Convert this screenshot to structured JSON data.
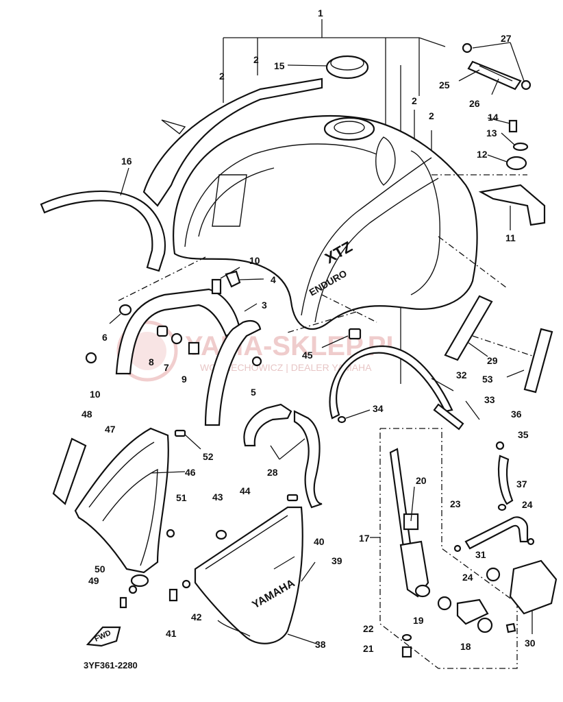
{
  "diagram": {
    "code": "3YF361-2280",
    "fwd_label": "FWD",
    "tank_emblem": "XTZ",
    "tank_lettering": "ENDURO",
    "panel_brand": "YAMAHA",
    "watermark_main": "YAMA-SKLEP.PL",
    "watermark_sub": "WOJCIECHOWICZ | DEALER YAMAHA",
    "labels": [
      {
        "id": "1",
        "text": "1"
      },
      {
        "id": "2a",
        "text": "2"
      },
      {
        "id": "2b",
        "text": "2"
      },
      {
        "id": "2c",
        "text": "2"
      },
      {
        "id": "2d",
        "text": "2"
      },
      {
        "id": "3",
        "text": "3"
      },
      {
        "id": "4",
        "text": "4"
      },
      {
        "id": "5",
        "text": "5"
      },
      {
        "id": "6",
        "text": "6"
      },
      {
        "id": "7",
        "text": "7"
      },
      {
        "id": "8",
        "text": "8"
      },
      {
        "id": "9",
        "text": "9"
      },
      {
        "id": "10a",
        "text": "10"
      },
      {
        "id": "10b",
        "text": "10"
      },
      {
        "id": "11",
        "text": "11"
      },
      {
        "id": "12",
        "text": "12"
      },
      {
        "id": "13",
        "text": "13"
      },
      {
        "id": "14",
        "text": "14"
      },
      {
        "id": "15",
        "text": "15"
      },
      {
        "id": "16",
        "text": "16"
      },
      {
        "id": "17",
        "text": "17"
      },
      {
        "id": "18",
        "text": "18"
      },
      {
        "id": "19",
        "text": "19"
      },
      {
        "id": "20",
        "text": "20"
      },
      {
        "id": "21",
        "text": "21"
      },
      {
        "id": "22",
        "text": "22"
      },
      {
        "id": "23",
        "text": "23"
      },
      {
        "id": "24a",
        "text": "24"
      },
      {
        "id": "24b",
        "text": "24"
      },
      {
        "id": "25",
        "text": "25"
      },
      {
        "id": "26",
        "text": "26"
      },
      {
        "id": "27",
        "text": "27"
      },
      {
        "id": "28",
        "text": "28"
      },
      {
        "id": "29",
        "text": "29"
      },
      {
        "id": "30",
        "text": "30"
      },
      {
        "id": "31",
        "text": "31"
      },
      {
        "id": "32",
        "text": "32"
      },
      {
        "id": "33",
        "text": "33"
      },
      {
        "id": "34",
        "text": "34"
      },
      {
        "id": "35",
        "text": "35"
      },
      {
        "id": "36",
        "text": "36"
      },
      {
        "id": "37",
        "text": "37"
      },
      {
        "id": "38",
        "text": "38"
      },
      {
        "id": "39",
        "text": "39"
      },
      {
        "id": "40",
        "text": "40"
      },
      {
        "id": "41",
        "text": "41"
      },
      {
        "id": "42",
        "text": "42"
      },
      {
        "id": "43",
        "text": "43"
      },
      {
        "id": "44",
        "text": "44"
      },
      {
        "id": "45",
        "text": "45"
      },
      {
        "id": "46",
        "text": "46"
      },
      {
        "id": "47",
        "text": "47"
      },
      {
        "id": "48",
        "text": "48"
      },
      {
        "id": "49",
        "text": "49"
      },
      {
        "id": "50",
        "text": "50"
      },
      {
        "id": "51",
        "text": "51"
      },
      {
        "id": "52",
        "text": "52"
      },
      {
        "id": "53",
        "text": "53"
      }
    ]
  }
}
